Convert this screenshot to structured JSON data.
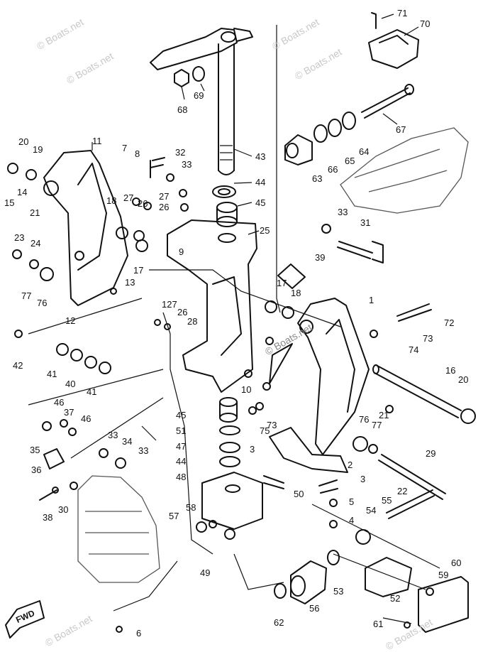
{
  "watermarks": [
    "© Boats.net",
    "© Boats.net",
    "© Boats.net",
    "© Boats.net",
    "© Boats.net",
    "© Boats.net",
    "© Boats.net"
  ],
  "fwd_label": "FWD",
  "part_numbers": [
    "71",
    "70",
    "69",
    "68",
    "43",
    "44",
    "45",
    "25",
    "67",
    "64",
    "65",
    "66",
    "63",
    "20",
    "19",
    "14",
    "15",
    "21",
    "23",
    "24",
    "77",
    "76",
    "11",
    "7",
    "8",
    "32",
    "33",
    "27",
    "26",
    "18",
    "17",
    "13",
    "12",
    "31",
    "39",
    "1",
    "72",
    "73",
    "74",
    "16",
    "42",
    "41",
    "40",
    "127",
    "28",
    "10",
    "75",
    "2",
    "3",
    "5",
    "4",
    "50",
    "48",
    "57",
    "58",
    "49",
    "47",
    "46",
    "37",
    "35",
    "34",
    "36",
    "38",
    "30",
    "29",
    "22",
    "55",
    "54",
    "53",
    "52",
    "59",
    "60",
    "61",
    "62",
    "56",
    "51",
    "6",
    "9"
  ]
}
